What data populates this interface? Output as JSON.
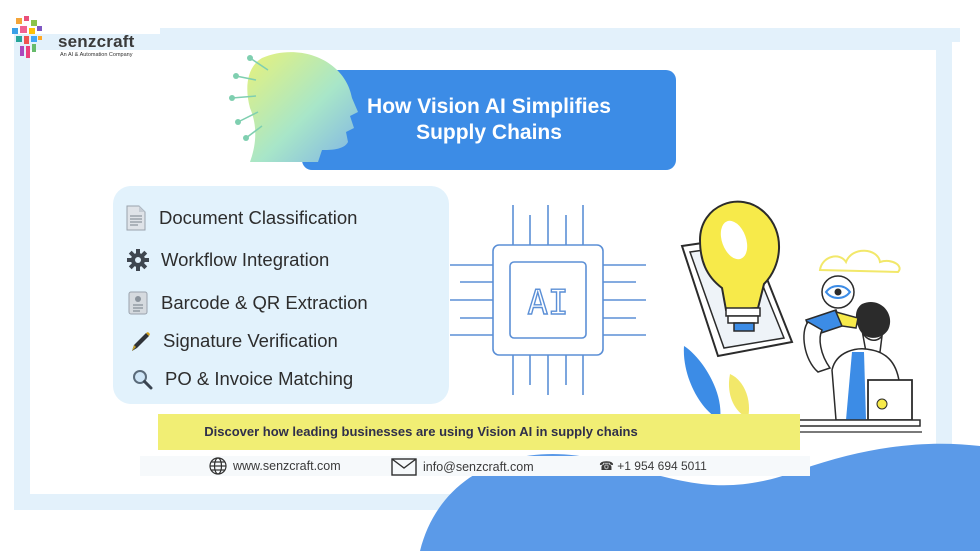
{
  "brand": {
    "name": "senzcraft",
    "tagline": "An AI & Automation Company"
  },
  "title": {
    "line1": "How Vision AI Simplifies",
    "line2": "Supply Chains"
  },
  "features": [
    {
      "label": "Document Classification",
      "icon": "document-icon"
    },
    {
      "label": "Workflow Integration",
      "icon": "gear-icon"
    },
    {
      "label": "Barcode & QR Extraction",
      "icon": "id-card-icon"
    },
    {
      "label": "Signature Verification",
      "icon": "pen-icon"
    },
    {
      "label": "PO & Invoice Matching",
      "icon": "magnifier-icon"
    }
  ],
  "chip_label": "AI",
  "cta": "Discover how leading businesses are using Vision AI in supply chains",
  "contacts": {
    "website": "www.senzcraft.com",
    "email": "info@senzcraft.com",
    "phone": "☎ +1 954 694 5011"
  },
  "colors": {
    "title_bg": "#3c8ce6",
    "features_bg": "#e2f2fc",
    "cta_bg": "#f1ee74",
    "frame": "#e3f1fb",
    "blob": "#5b9ae8"
  }
}
